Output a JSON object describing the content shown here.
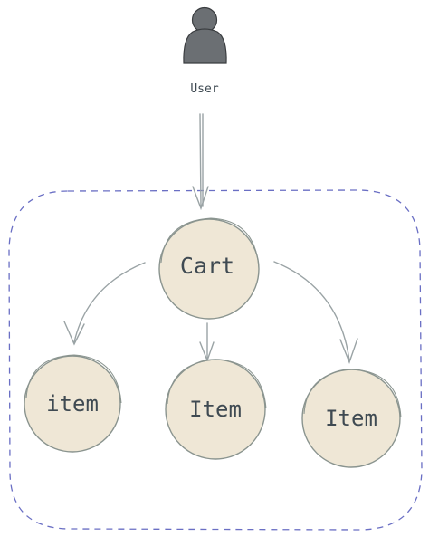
{
  "user": {
    "label": "User",
    "icon": "person-icon"
  },
  "nodes": {
    "cart": {
      "label": "Cart"
    },
    "items": [
      {
        "label": "item"
      },
      {
        "label": "Item"
      },
      {
        "label": "Item"
      }
    ]
  },
  "colors": {
    "node_fill": "#efe7d6",
    "node_stroke": "#8a948f",
    "arrow": "#9aa3a5",
    "boundary": "#6a6fc4",
    "person": "#6b6f73",
    "text": "#3f4a52"
  }
}
